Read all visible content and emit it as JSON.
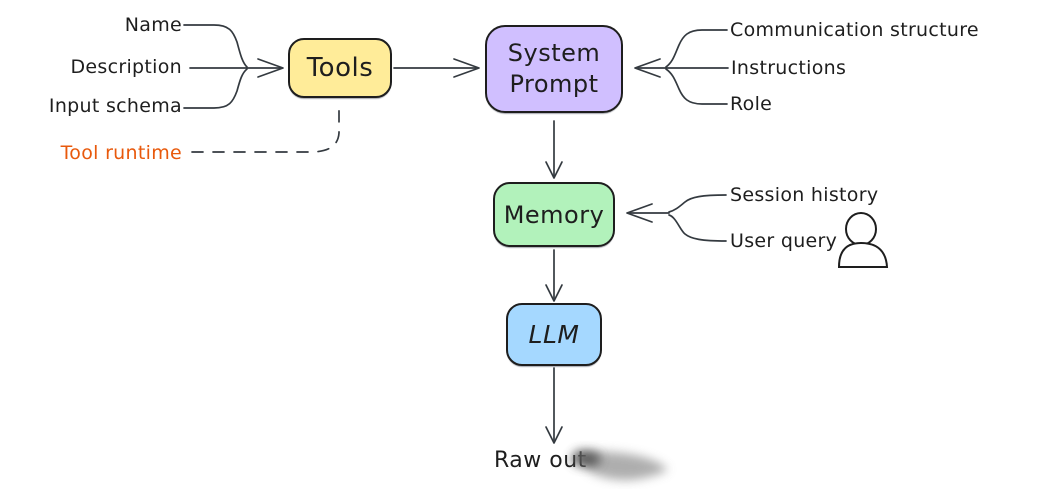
{
  "colors": {
    "stroke": "#1e1e1e",
    "connector": "#343a40",
    "tools_fill": "#ffec99",
    "system_prompt_fill": "#d0bfff",
    "memory_fill": "#b2f2bb",
    "llm_fill": "#a5d8ff",
    "tool_runtime_text": "#e8590c"
  },
  "nodes": {
    "tools": {
      "label": "Tools"
    },
    "system_prompt": {
      "label": "System\nPrompt"
    },
    "memory": {
      "label": "Memory"
    },
    "llm": {
      "label": "LLM"
    }
  },
  "left_labels": {
    "name": "Name",
    "description": "Description",
    "input_schema": "Input schema",
    "tool_runtime": "Tool runtime"
  },
  "right_labels": {
    "communication_structure": "Communication structure",
    "instructions": "Instructions",
    "role": "Role",
    "session_history": "Session history",
    "user_query": "User query"
  },
  "output_label": "Raw out",
  "icons": {
    "user": "person-icon"
  }
}
